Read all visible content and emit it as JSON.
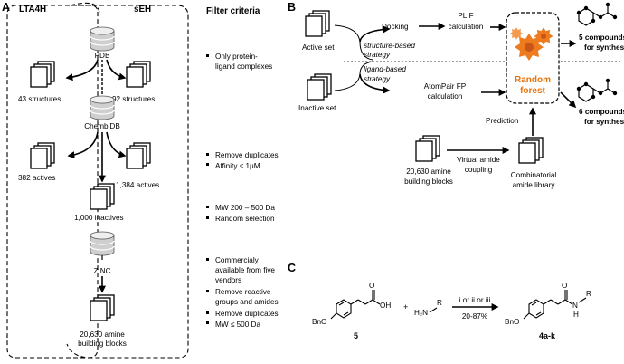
{
  "panel_a": {
    "label": "A",
    "col_lta4h": "LTA4H",
    "col_seh": "sEH",
    "col_filter": "Filter criteria",
    "db_pdb": "PDB",
    "db_chembl": "ChemblDB",
    "db_zinc": "ZINC",
    "lta4h_structures": "43 structures",
    "seh_structures": "92 structures",
    "lta4h_actives": "382 actives",
    "seh_actives": "1,384 actives",
    "inactives": "1,000 inactives",
    "amine_blocks_l1": "20,630 amine",
    "amine_blocks_l2": "building blocks",
    "filters": [
      {
        "lines": [
          "Only protein-",
          "ligand complexes"
        ]
      },
      {
        "lines": [
          "Remove duplicates"
        ]
      },
      {
        "lines": [
          "Affinity ≤ 1μM"
        ]
      },
      {
        "lines": [
          "MW 200 – 500 Da"
        ]
      },
      {
        "lines": [
          "Random selection"
        ]
      },
      {
        "lines": [
          "Commercialy",
          "available from five",
          "vendors"
        ]
      },
      {
        "lines": [
          "Remove reactive",
          "groups and amides"
        ]
      },
      {
        "lines": [
          "Remove duplicates"
        ]
      },
      {
        "lines": [
          "MW ≤ 500 Da"
        ]
      }
    ]
  },
  "panel_b": {
    "label": "B",
    "active_set": "Active set",
    "inactive_set": "Inactive set",
    "docking": "Docking",
    "plif_l1": "PLIF",
    "plif_l2": "calculation",
    "structure_strategy_l1": "structure-based",
    "structure_strategy_l2": "strategy",
    "ligand_strategy_l1": "ligand-based",
    "ligand_strategy_l2": "strategy",
    "atompair_l1": "AtomPair FP",
    "atompair_l2": "calculation",
    "random_forest_l1": "Random",
    "random_forest_l2": "forest",
    "five_compounds_l1": "5 compounds",
    "five_compounds_l2": "for synthesis",
    "six_compounds_l1": "6 compounds",
    "six_compounds_l2": "for synthesis",
    "prediction": "Prediction",
    "amine_blocks_l1": "20,630 amine",
    "amine_blocks_l2": "building blocks",
    "virtual_coupling_l1": "Virtual amide",
    "virtual_coupling_l2": "coupling",
    "combinatorial_l1": "Combinatorial",
    "combinatorial_l2": "amide library"
  },
  "panel_c": {
    "label": "C",
    "acid_label": "5",
    "product_label": "4a-k",
    "conditions": "i or ii or iii",
    "yield": "20-87%",
    "plus": "+",
    "oh": "OH",
    "h2n": "H₂N",
    "r": "R",
    "bno": "BnO",
    "o": "O",
    "n": "N",
    "h": "H"
  },
  "colors": {
    "random_forest_text": "#e8730c",
    "gear_orange": "#ef7b1f",
    "gear_dark": "#c8561a"
  }
}
